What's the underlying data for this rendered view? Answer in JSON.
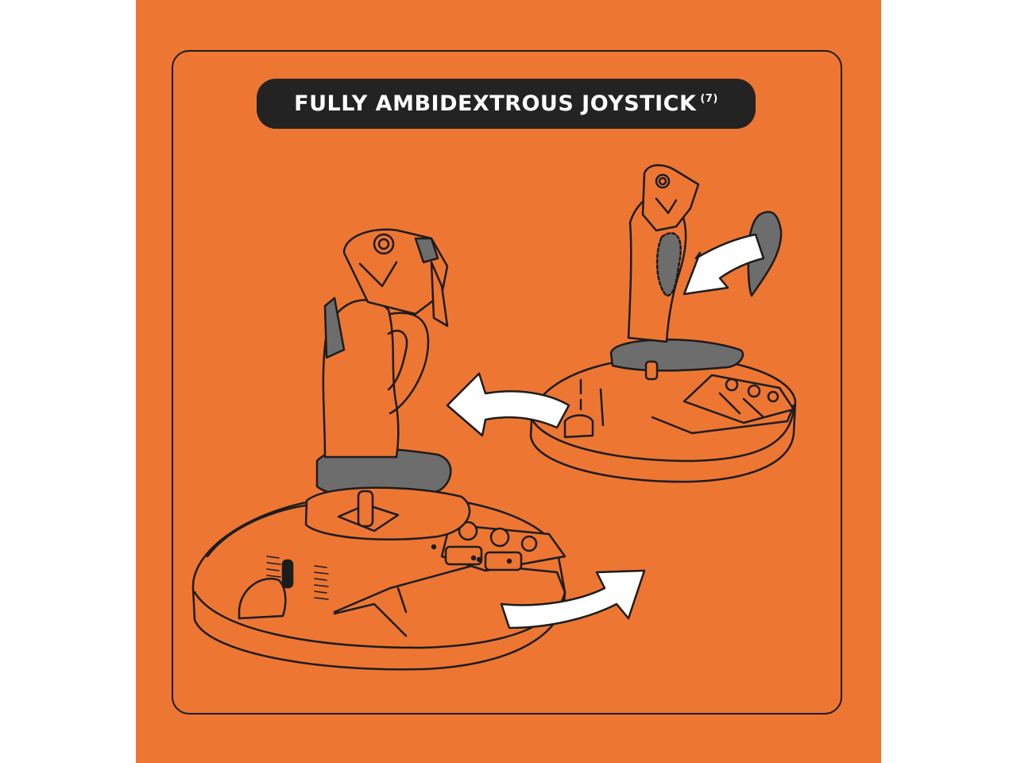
{
  "title": {
    "text": "FULLY AMBIDEXTROUS JOYSTICK",
    "footnote": "(7)"
  },
  "colors": {
    "background": "#ED7633",
    "outline": "#1c1c1c",
    "grip_gray": "#6d6d6d",
    "arrow_white": "#ffffff",
    "title_bar": "#232323",
    "page_side": "#ffffff"
  },
  "icons": [
    "joystick-illustration",
    "swap-arrow-icon",
    "wing-rest-piece"
  ]
}
